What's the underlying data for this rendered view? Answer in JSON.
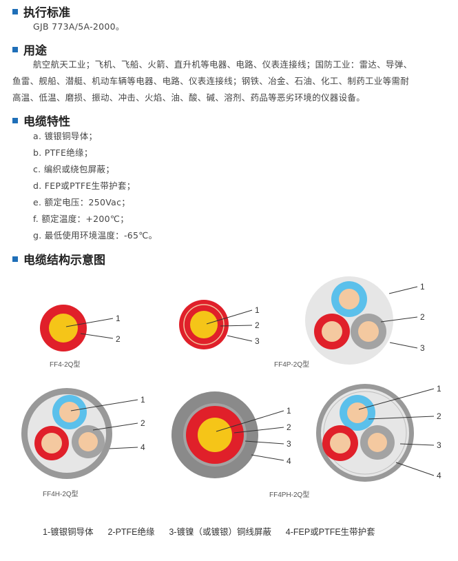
{
  "standard": {
    "title": "执行标准",
    "text": "GJB 773A/5A-2000。"
  },
  "usage": {
    "title": "用途",
    "lines": [
      "航空航天工业；飞机、飞船、火箭、直升机等电器、电路、仪表连接线；国防工业：雷达、导弹、",
      "鱼雷、舰船、潜艇、机动车辆等电器、电路、仪表连接线；钢铁、冶金、石油、化工、制药工业等需耐",
      "高温、低温、磨损、振动、冲击、火焰、油、酸、碱、溶剂、药品等恶劣环境的仪器设备。"
    ]
  },
  "features": {
    "title": "电缆特性",
    "items": [
      "a. 镀银铜导体；",
      "b. PTFE绝缘；",
      "c. 编织或绕包屏蔽；",
      "d. FEP或PTFE生带护套；",
      "e. 额定电压：250Vac；",
      "f. 额定温度：+200℃；",
      "g. 最低使用环境温度：-65℃。"
    ]
  },
  "diagram": {
    "title": "电缆结构示意图",
    "models": [
      "FF4-2Q型",
      "FF4P-2Q型",
      "FF4H-2Q型",
      "FF4PH-2Q型"
    ],
    "callout_numbers": [
      "1",
      "2",
      "3",
      "4"
    ],
    "legend": "1-镀银铜导体      2-PTFE绝缘      3-镀镍（或镀银）铜线屏蔽      4-FEP或PTFE生带护套"
  },
  "colors": {
    "accent": "#1f6fb8",
    "conductor_yellow": "#f5c518",
    "insulation_red": "#e0202a",
    "core_tan": "#f4c9a0",
    "blue_ring": "#5bc0eb",
    "gray_ring": "#a3a3a3",
    "jacket_gray": "#999999",
    "filler": "#e6e6e6"
  }
}
